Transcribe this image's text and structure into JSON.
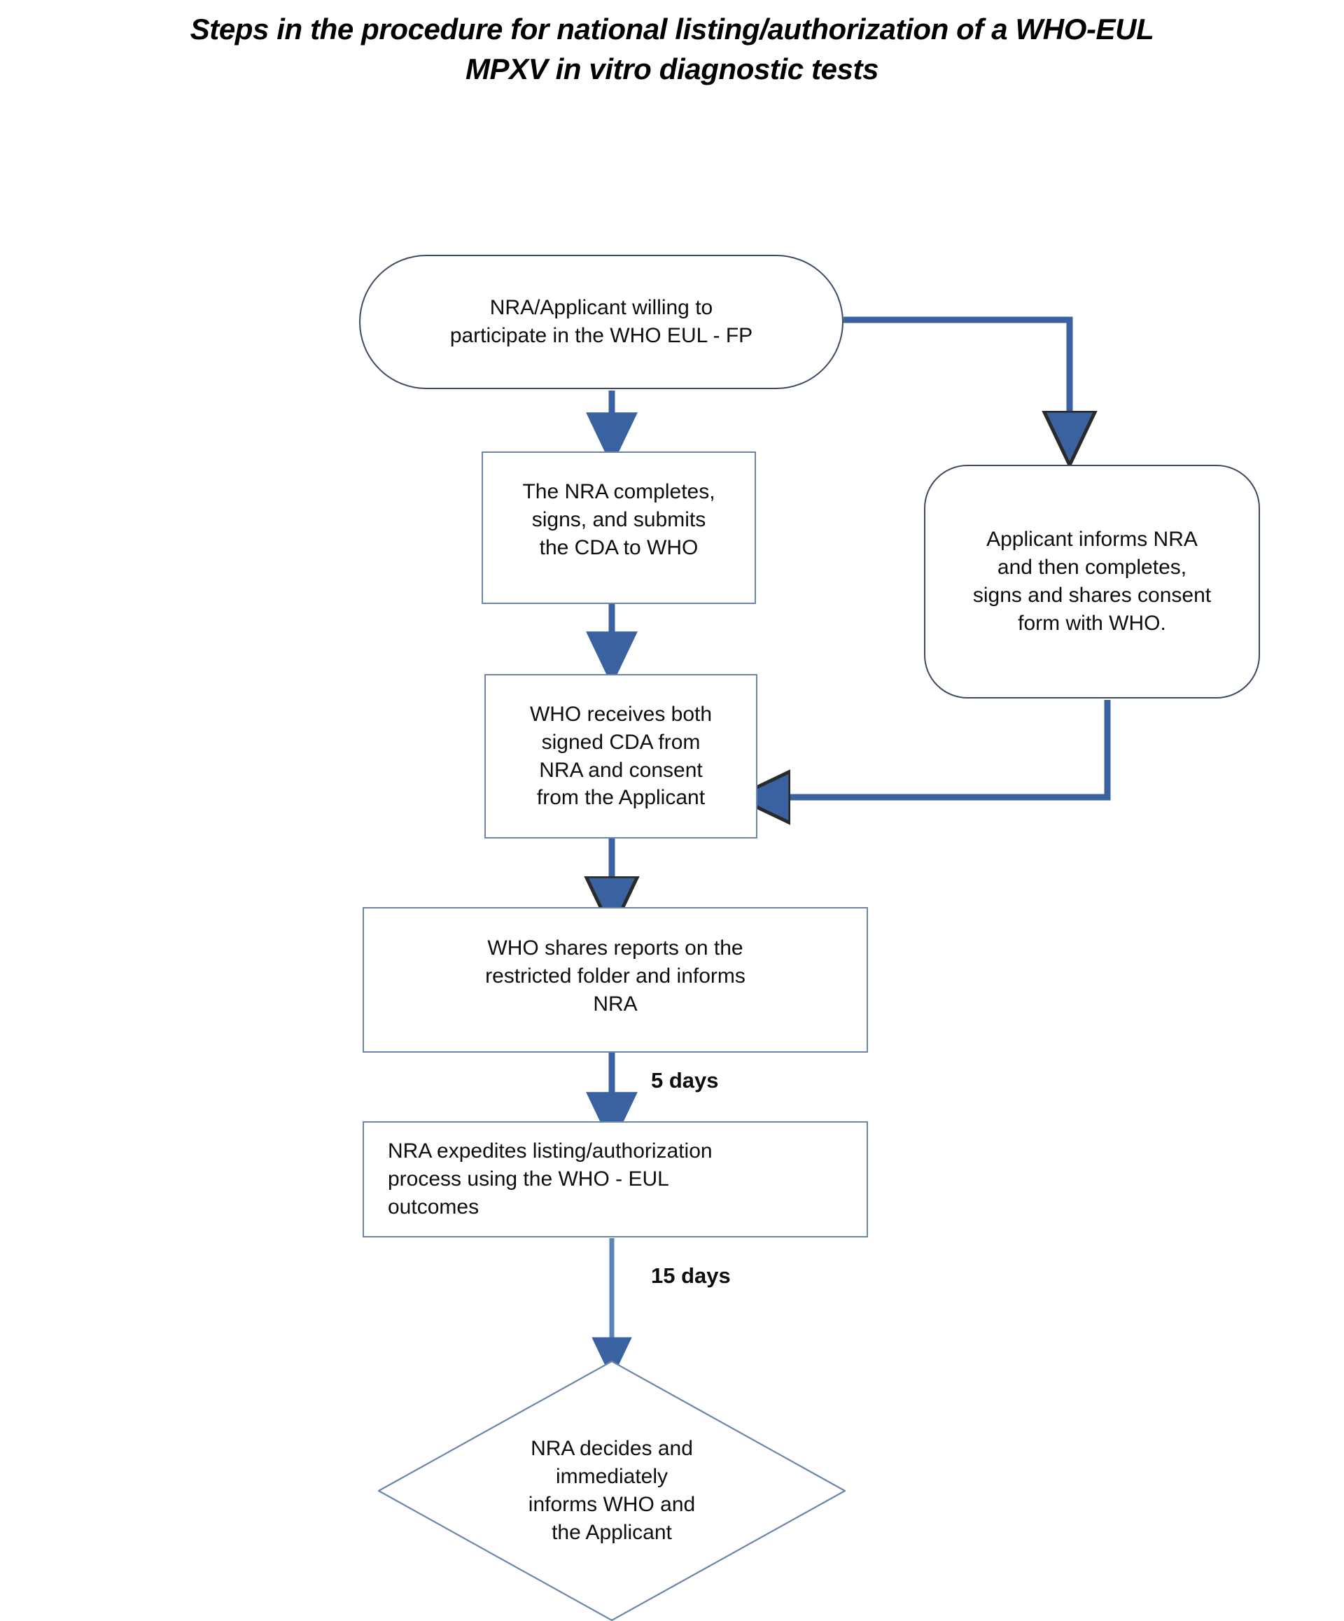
{
  "title": {
    "line1": "Steps in the procedure for national listing/authorization of a WHO-EUL",
    "line2": "MPXV in vitro diagnostic tests"
  },
  "colors": {
    "arrow_fill": "#3a62a0",
    "arrow_stroke": "#3a62a0",
    "node_border_dark": "#3c4a63",
    "node_border_light": "#6b86ad",
    "background": "#ffffff",
    "text": "#0d0d0d"
  },
  "flowchart": {
    "type": "flowchart",
    "nodes": [
      {
        "id": "start",
        "shape": "stadium",
        "lines": [
          "NRA/Applicant willing to",
          "participate in the WHO EUL - FP"
        ],
        "align": "center"
      },
      {
        "id": "nra-cda",
        "shape": "rectangle",
        "lines": [
          "The NRA completes,",
          "signs, and submits",
          "the CDA to WHO"
        ],
        "align": "center"
      },
      {
        "id": "applicant-consent",
        "shape": "rounded-rectangle",
        "lines": [
          "Applicant informs NRA",
          "and then completes,",
          "signs and shares consent",
          "form with  WHO."
        ],
        "align": "center"
      },
      {
        "id": "who-receives",
        "shape": "rectangle",
        "lines": [
          "WHO receives both",
          "signed CDA from",
          "NRA and consent",
          "from the Applicant"
        ],
        "align": "center"
      },
      {
        "id": "who-shares",
        "shape": "rectangle",
        "lines": [
          "WHO shares reports on the",
          "restricted folder and informs",
          "NRA"
        ],
        "align": "center"
      },
      {
        "id": "nra-expedites",
        "shape": "rectangle",
        "lines": [
          "NRA expedites listing/authorization",
          "process using the WHO - EUL",
          "outcomes"
        ],
        "align": "left"
      },
      {
        "id": "nra-decides",
        "shape": "diamond",
        "lines": [
          "NRA decides and",
          "immediately",
          "informs WHO and",
          "the Applicant"
        ],
        "align": "center"
      }
    ],
    "edges": [
      {
        "from": "start",
        "to": "nra-cda",
        "label": ""
      },
      {
        "from": "start",
        "to": "applicant-consent",
        "label": ""
      },
      {
        "from": "nra-cda",
        "to": "who-receives",
        "label": ""
      },
      {
        "from": "applicant-consent",
        "to": "who-receives",
        "label": ""
      },
      {
        "from": "who-receives",
        "to": "who-shares",
        "label": ""
      },
      {
        "from": "who-shares",
        "to": "nra-expedites",
        "label": "5 days"
      },
      {
        "from": "nra-expedites",
        "to": "nra-decides",
        "label": "15 days"
      }
    ],
    "edge_labels": {
      "five_days": "5 days",
      "fifteen_days": "15 days"
    }
  }
}
